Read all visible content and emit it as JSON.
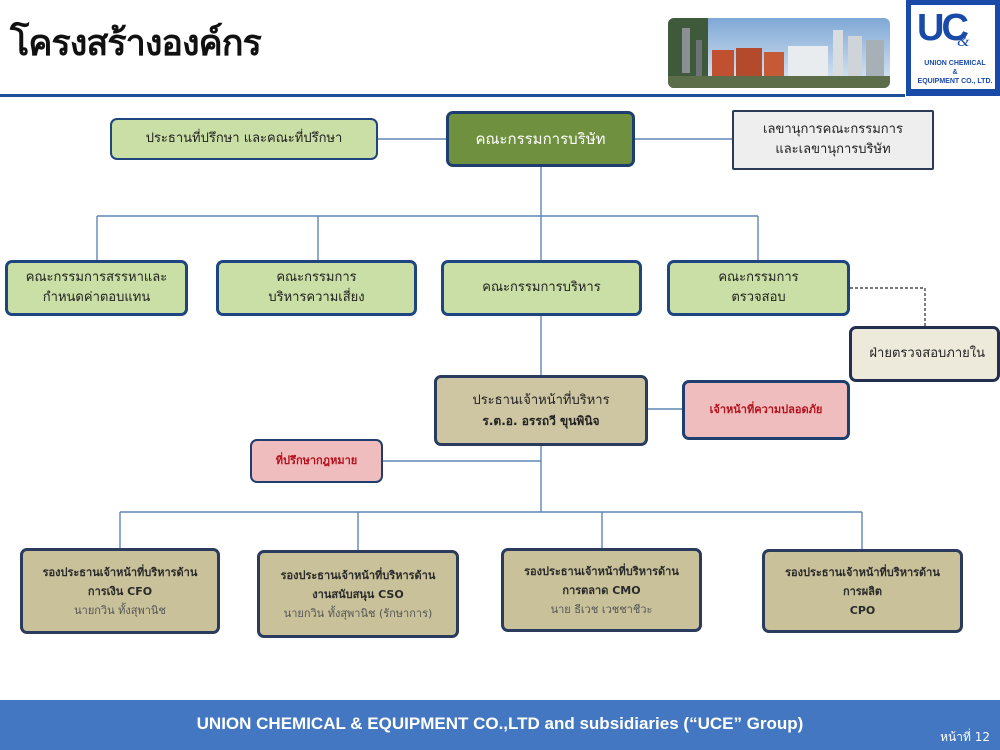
{
  "title": "โครงสร้างองค์กร",
  "logo": {
    "main": "UC",
    "amp": "&",
    "line1": "UNION CHEMICAL",
    "line2": "&",
    "line3": "EQUIPMENT CO., LTD."
  },
  "chart": {
    "board": "คณะกรรมการบริษัท",
    "advisor": "ประธานที่ปรึกษา และคณะที่ปรึกษา",
    "secretary": [
      "เลขานุการคณะกรรมการ",
      "และเลขานุการบริษัท"
    ],
    "committees": {
      "nomination": [
        "คณะกรรมการสรรหาและ",
        "กำหนดค่าตอบแทน"
      ],
      "risk": [
        "คณะกรรมการ",
        "บริหารความเสี่ยง"
      ],
      "executive": "คณะกรรมการบริหาร",
      "audit": [
        "คณะกรรมการ",
        "ตรวจสอบ"
      ]
    },
    "internal_audit": "ฝ่ายตรวจสอบภายใน",
    "ceo": {
      "title": "ประธานเจ้าหน้าที่บริหาร",
      "name": "ร.ต.อ. อรรถวี ขุนพินิจ"
    },
    "safety": "เจ้าหน้าที่ความปลอดภัย",
    "legal": "ที่ปรึกษากฎหมาย",
    "vps": [
      {
        "title": "รองประธานเจ้าหน้าที่บริหารด้าน",
        "sub": "การเงิน CFO",
        "name": "นายกวิน ทั้งสุพานิช"
      },
      {
        "title": "รองประธานเจ้าหน้าที่บริหารด้าน",
        "sub": "งานสนับสนุน CSO",
        "name": "นายกวิน ทั้งสุพานิช (รักษาการ)"
      },
      {
        "title": "รองประธานเจ้าหน้าที่บริหารด้าน",
        "sub": "การตลาด CMO",
        "name": "นาย ธีเวช เวชชาชีวะ"
      },
      {
        "title": "รองประธานเจ้าหน้าที่บริหารด้าน",
        "sub": "การผลิต",
        "name": "CPO"
      }
    ]
  },
  "footer": {
    "text": "UNION CHEMICAL & EQUIPMENT CO.,LTD and subsidiaries (“UCE” Group)",
    "page": "หน้าที่ 12"
  }
}
